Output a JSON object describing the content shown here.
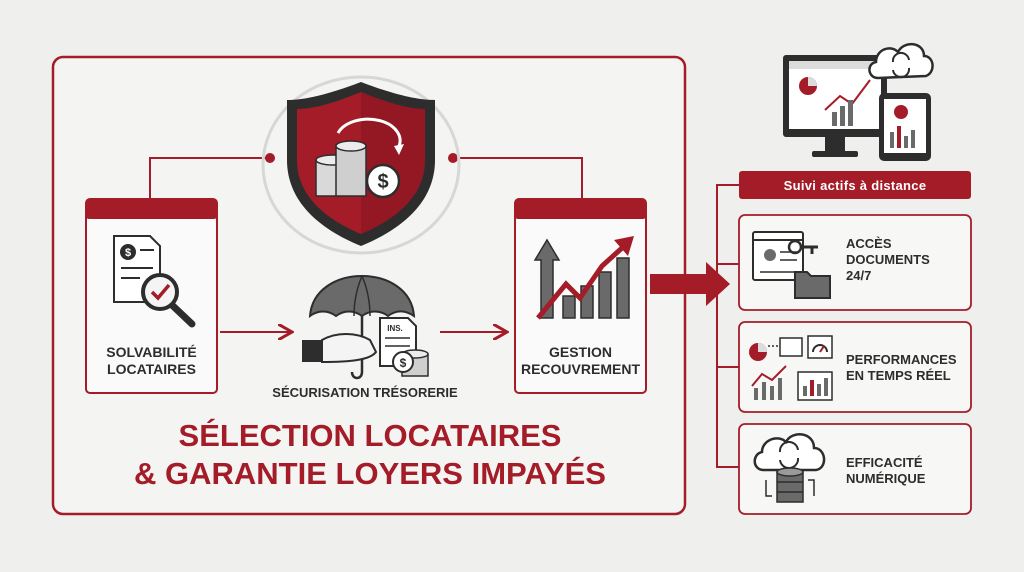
{
  "steps": [
    {
      "label_1": "Solvabilité",
      "label_2": "locataires"
    },
    {
      "label_1": "Sécurisation trésorerie"
    },
    {
      "label_1": "Gestion",
      "label_2": "recouvrement"
    }
  ],
  "headline": {
    "line_1": "Sélection locataires",
    "line_2": "& garantie loyers impayés"
  },
  "remote": {
    "banner": "Suivi actifs à distance",
    "items": [
      {
        "line_1": "Accès",
        "line_2": "documents",
        "line_3": "24/7"
      },
      {
        "line_1": "Performances",
        "line_2": "en temps réel"
      },
      {
        "line_1": "Efficacité",
        "line_2": "numérique"
      }
    ]
  },
  "icons": [
    "shield-icon",
    "coin-stack-icon",
    "dollar-coin-icon",
    "document-magnifier-icon",
    "umbrella-hand-icon",
    "insurance-document-icon",
    "growth-chart-icon",
    "computer-monitor-icon",
    "tablet-icon",
    "cloud-sync-icon",
    "profile-key-folder-icon",
    "analytics-dashboard-icon",
    "cloud-database-icon"
  ],
  "colors": {
    "accent": "#a41c28",
    "ink": "#2d2d2d",
    "background": "#efefee"
  },
  "icon_text": {
    "dollar": "$",
    "ins": "INS."
  }
}
